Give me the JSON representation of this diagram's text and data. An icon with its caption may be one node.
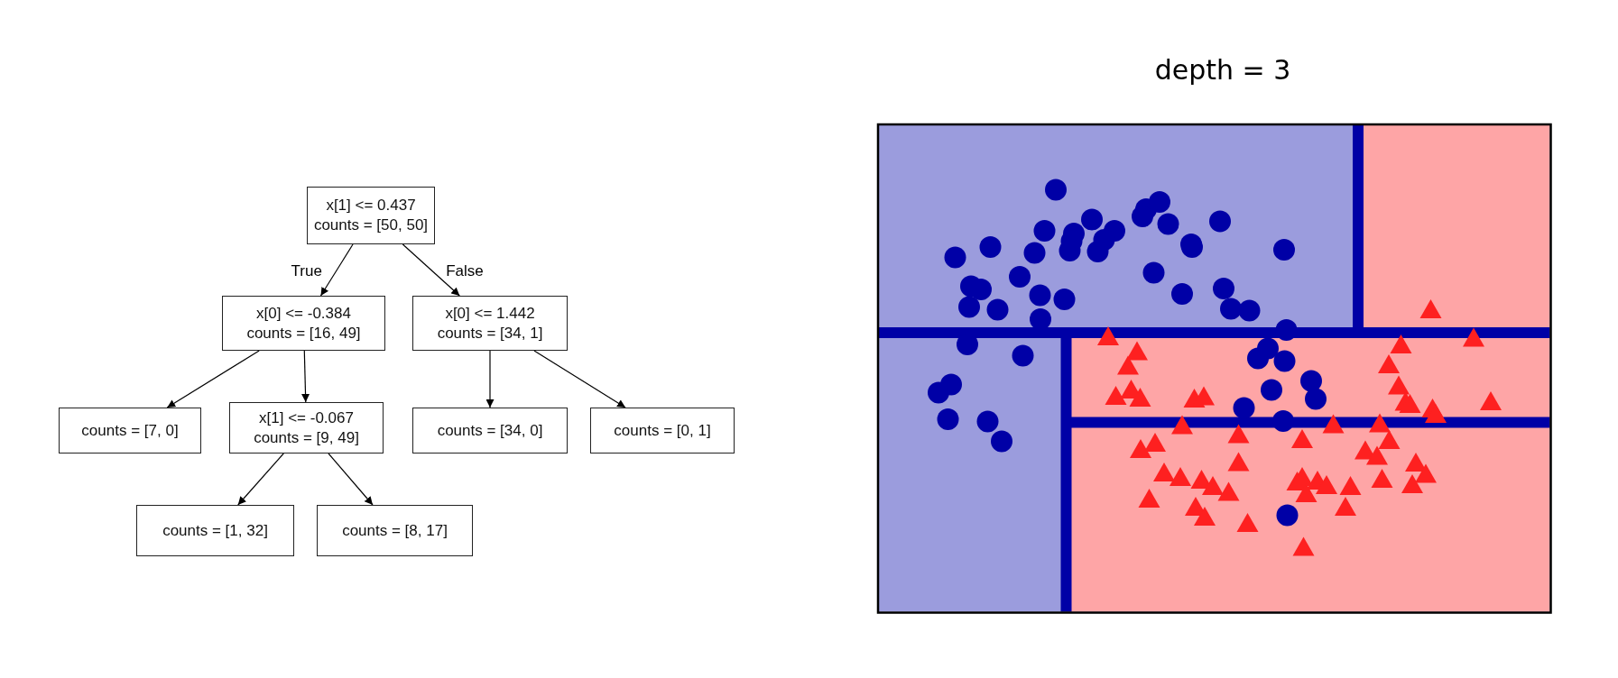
{
  "diagram": {
    "nodes": [
      {
        "text": [
          "x[1] <= 0.437",
          "counts = [50, 50]"
        ]
      },
      {
        "text": [
          "x[0] <= -0.384",
          "counts = [16, 49]"
        ]
      },
      {
        "text": [
          "x[0] <= 1.442",
          "counts = [34, 1]"
        ]
      },
      {
        "text": [
          "counts = [7, 0]"
        ]
      },
      {
        "text": [
          "x[1] <= -0.067",
          "counts = [9, 49]"
        ]
      },
      {
        "text": [
          "counts = [34, 0]"
        ]
      },
      {
        "text": [
          "counts = [0, 1]"
        ]
      },
      {
        "text": [
          "counts = [1, 32]"
        ]
      },
      {
        "text": [
          "counts = [8, 17]"
        ]
      }
    ],
    "edges": [
      {
        "from": 0,
        "to": 1,
        "arrow": "to",
        "label": "True"
      },
      {
        "from": 0,
        "to": 2,
        "arrow": "to",
        "label": "False"
      },
      {
        "from": 1,
        "to": 3,
        "arrow": "to"
      },
      {
        "from": 1,
        "to": 4,
        "arrow": "to"
      },
      {
        "from": 2,
        "to": 5,
        "arrow": "to"
      },
      {
        "from": 2,
        "to": 6,
        "arrow": "to"
      },
      {
        "from": 4,
        "to": 7,
        "arrow": "to"
      },
      {
        "from": 4,
        "to": 8,
        "arrow": "to"
      }
    ],
    "labels": [
      "depth = 3"
    ]
  }
}
